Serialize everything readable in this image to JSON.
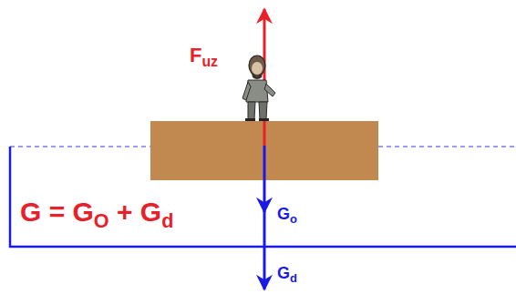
{
  "diagram": {
    "labels": [
      "Fuz",
      "Go",
      "Gd",
      "G = GO + Gd"
    ]
  }
}
